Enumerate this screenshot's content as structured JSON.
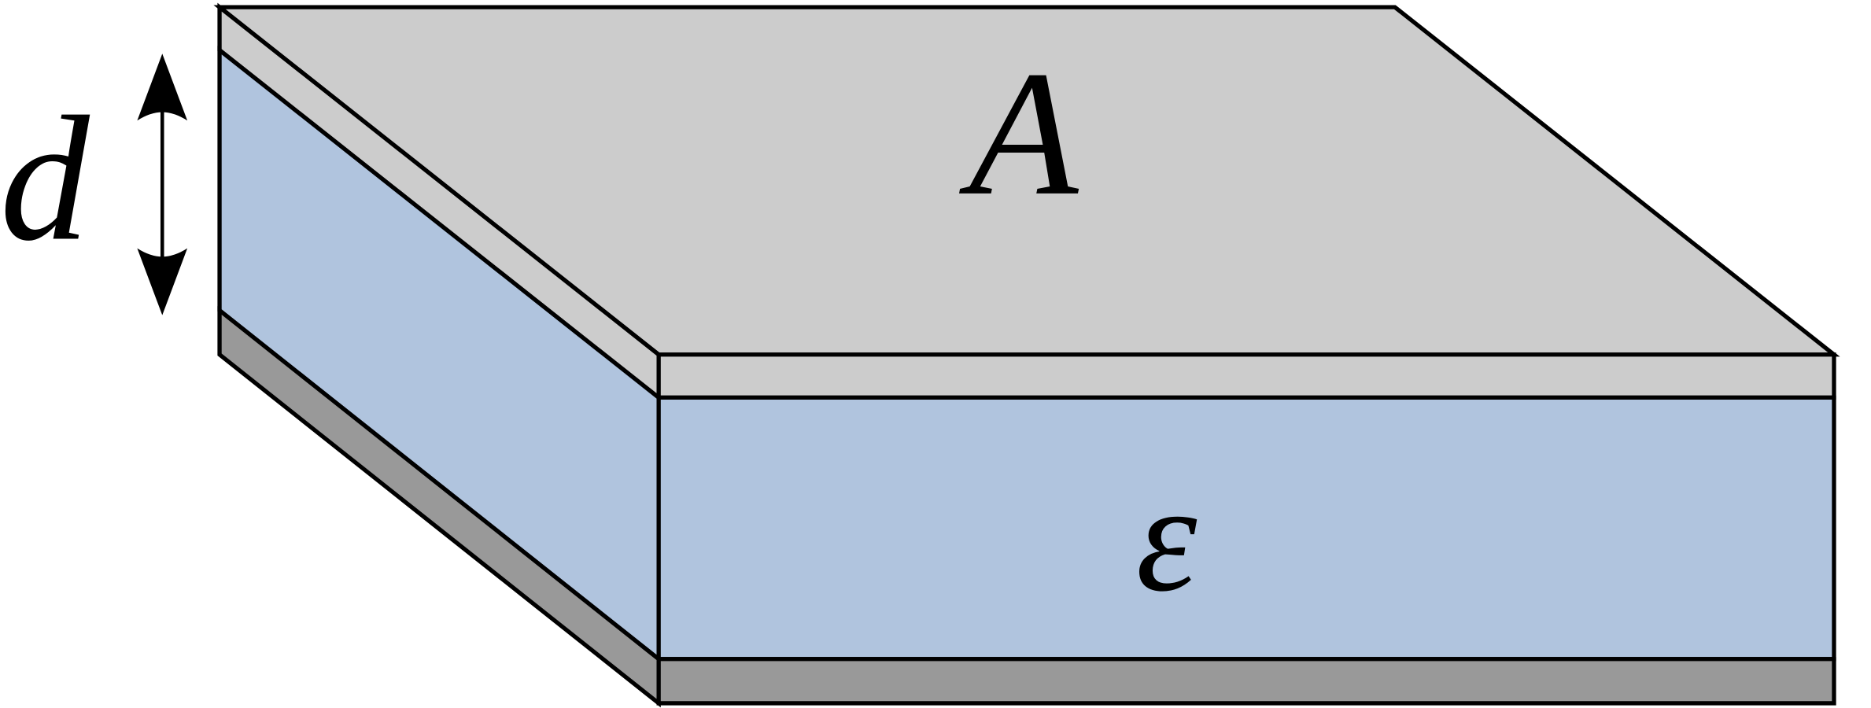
{
  "labels": {
    "area": "A",
    "thickness": "d",
    "permittivity": "ε"
  },
  "colors": {
    "top_plate": "#cccccc",
    "dielectric": "#b0c4de",
    "bottom_plate": "#999999",
    "stroke": "#000000"
  }
}
